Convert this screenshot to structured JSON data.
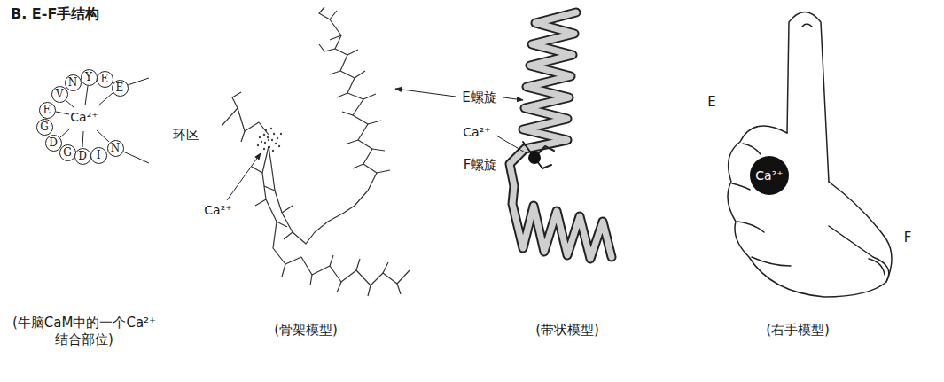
{
  "diagram": {
    "title": "B. E-F手结构",
    "nodes": [
      {
        "text": [
          "V"
        ]
      },
      {
        "text": [
          "N"
        ]
      },
      {
        "text": [
          "Y"
        ]
      },
      {
        "text": [
          "E"
        ]
      },
      {
        "text": [
          "E"
        ]
      },
      {
        "text": [
          "E"
        ]
      },
      {
        "text": [
          "G"
        ]
      },
      {
        "text": [
          "D"
        ]
      },
      {
        "text": [
          "G"
        ]
      },
      {
        "text": [
          "D"
        ]
      },
      {
        "text": [
          "I"
        ]
      },
      {
        "text": [
          "N"
        ]
      },
      {
        "text": [
          "Ca²⁺"
        ]
      }
    ],
    "labels": [
      "Ca²⁺",
      "环区",
      "(牛脑CaM中的一个Ca²⁺结合部位)",
      "E螺旋",
      "Ca²⁺",
      "(骨架模型)",
      "Ca²⁺",
      "F螺旋",
      "(带状模型)",
      "E",
      "F",
      "(右手模型)"
    ]
  }
}
